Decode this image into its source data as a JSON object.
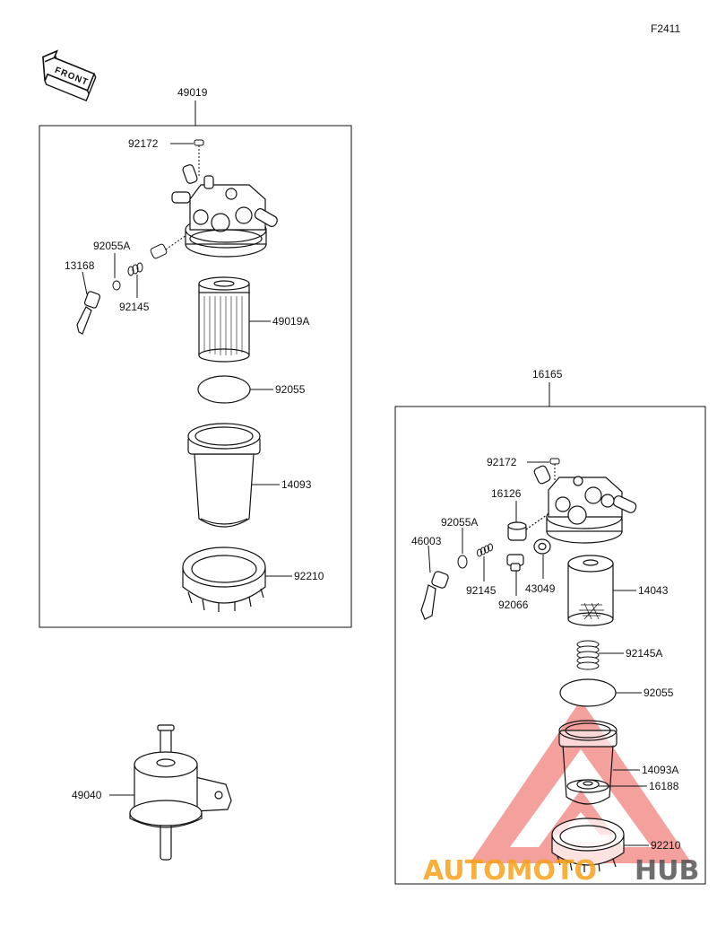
{
  "figure_code": "F2411",
  "front_label": "FRONT",
  "group_a": {
    "assembly": "49019",
    "parts": {
      "screw": "92172",
      "o_ring": "92055A",
      "lever": "13168",
      "spring": "92145",
      "element": "49019A",
      "gasket": "92055",
      "bowl": "14093",
      "ring_nut": "92210"
    }
  },
  "group_b": {
    "assembly": "16165",
    "parts": {
      "screw": "92172",
      "cap": "16126",
      "o_ring": "92055A",
      "lever": "46003",
      "spring": "92145",
      "plug": "92066",
      "washer": "43049",
      "element": "14043",
      "spring2": "92145A",
      "gasket": "92055",
      "bowl": "14093A",
      "float": "16188",
      "ring_nut": "92210"
    }
  },
  "inline_filter": "49040",
  "watermark": {
    "part1": "AUTOMOTO",
    "part2": "HUB",
    "color1": "#f7a21b",
    "color2": "#555555",
    "triangle_color": "#e8312a"
  }
}
